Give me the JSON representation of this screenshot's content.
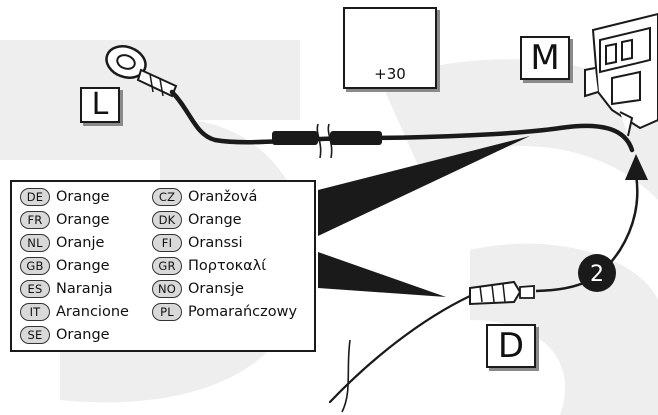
{
  "callouts": {
    "L": "L",
    "M": "M",
    "D": "D",
    "step": "2"
  },
  "fuse": {
    "label": "+30"
  },
  "legend": {
    "left": [
      {
        "code": "DE",
        "color": "Orange"
      },
      {
        "code": "FR",
        "color": "Orange"
      },
      {
        "code": "NL",
        "color": "Oranje"
      },
      {
        "code": "GB",
        "color": "Orange"
      },
      {
        "code": "ES",
        "color": "Naranja"
      },
      {
        "code": "IT",
        "color": "Arancione"
      },
      {
        "code": "SE",
        "color": "Orange"
      }
    ],
    "right": [
      {
        "code": "CZ",
        "color": "Oranžová"
      },
      {
        "code": "DK",
        "color": "Orange"
      },
      {
        "code": "FI",
        "color": "Oranssi"
      },
      {
        "code": "GR",
        "color": "Πορτοκαλί"
      },
      {
        "code": "NO",
        "color": "Oransje"
      },
      {
        "code": "PL",
        "color": "Pomarańczowy"
      }
    ]
  },
  "colors": {
    "wire": "#1a1a1a",
    "watermark": "#eeeeee",
    "code_badge": "#d9d9d9"
  }
}
